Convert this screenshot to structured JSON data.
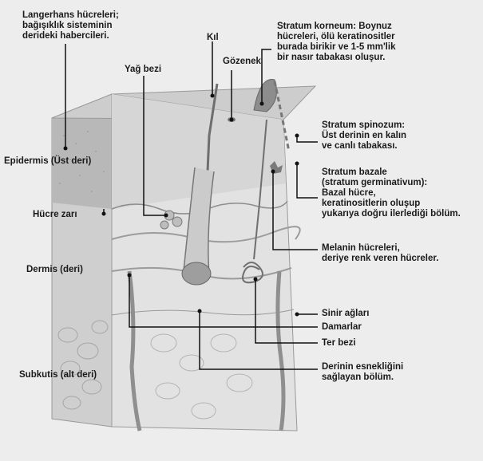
{
  "labels": {
    "langerhans": "Langerhans hücreleri;\nbağışıklık sisteminin\nderideki habercileri.",
    "kil": "Kıl",
    "gozenek": "Gözenek",
    "yag_bezi": "Yağ bezi",
    "stratum_korneum": "Stratum korneum: Boynuz\nhücreleri, ölü keratinositler\nburada birikir ve 1-5 mm'lik\nbir nasır tabakası oluşur.",
    "epidermis": "Epidermis (Üst deri)",
    "stratum_spinozum": "Stratum spinozum:\nÜst derinin en kalın\nve canlı tabakası.",
    "stratum_bazale": "Stratum bazale\n(stratum germinativum):\nBazal hücre,\nkeratinositlerin oluşup\nyukarıya doğru ilerlediği bölüm.",
    "hucre_zari": "Hücre zarı",
    "melanin": "Melanin hücreleri,\nderiye renk veren hücreler.",
    "dermis": "Dermis (deri)",
    "sinir_aglari": "Sinir ağları",
    "damarlar": "Damarlar",
    "ter_bezi": "Ter bezi",
    "esneklik": "Derinin esnekliğini\nsağlayan bölüm.",
    "subkutis": "Subkutis (alt deri)"
  },
  "colors": {
    "background": "#ededed",
    "block_front": "#dcdcdc",
    "block_side": "#c8c8c8",
    "epidermis_top": "#b9b9b9",
    "leader_line": "#111111",
    "text": "#1a1a1a"
  }
}
